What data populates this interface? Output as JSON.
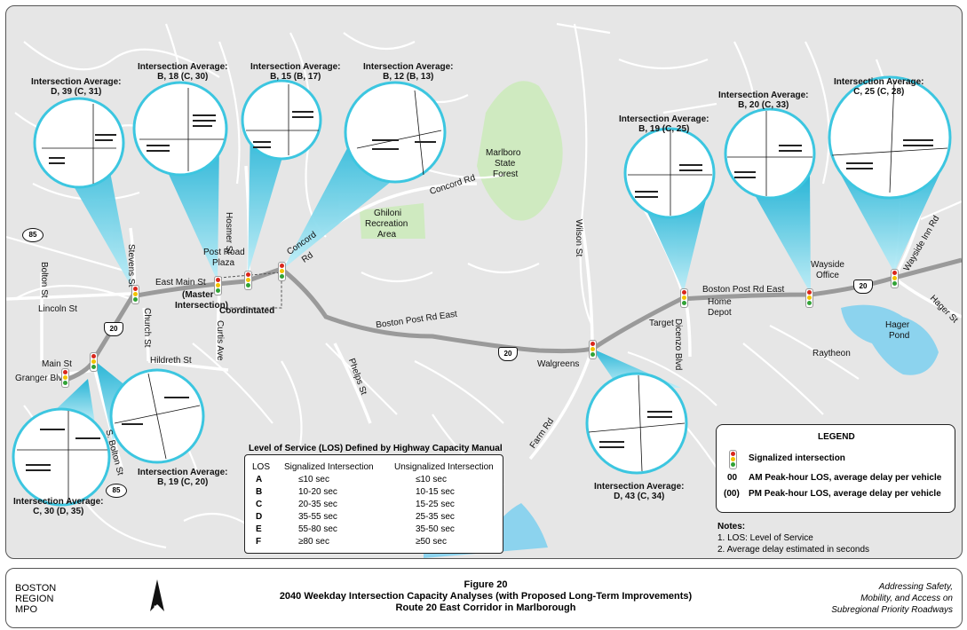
{
  "figure": {
    "number": "Figure 20",
    "title_line1": "2040 Weekday Intersection Capacity Analyses (with Proposed Long-Term Improvements)",
    "title_line2": "Route 20 East Corridor in Marlborough",
    "org_line1": "BOSTON",
    "org_line2": "REGION",
    "org_line3": "MPO",
    "north": "N",
    "project_line1": "Addressing Safety,",
    "project_line2": "Mobility, and Access on",
    "project_line3": "Subregional Priority Roadways"
  },
  "intersections": [
    {
      "heading": "Intersection Average:",
      "value": "D, 39 (C, 31)"
    },
    {
      "heading": "Intersection Average:",
      "value": "B, 18 (C, 30)"
    },
    {
      "heading": "Intersection Average:",
      "value": "B, 15 (B, 17)"
    },
    {
      "heading": "Intersection Average:",
      "value": "B, 12 (B, 13)"
    },
    {
      "heading": "Intersection Average:",
      "value": "B, 19 (C, 25)"
    },
    {
      "heading": "Intersection Average:",
      "value": "B, 20 (C, 33)"
    },
    {
      "heading": "Intersection Average:",
      "value": "C, 25 (C, 28)"
    },
    {
      "heading": "Intersection Average:",
      "value": "B, 19 (C, 20)"
    },
    {
      "heading": "Intersection Average:",
      "value": "C, 30 (D, 35)"
    },
    {
      "heading": "Intersection Average:",
      "value": "D, 43 (C, 34)"
    }
  ],
  "streets": {
    "east_main": "East Main St",
    "master": "(Master",
    "master2": "Intersection)",
    "coordinated": "Coordintated",
    "post_road_plaza1": "Post Road",
    "post_road_plaza2": "Plaza",
    "hosmer": "Hosmer St",
    "concord": "Concord",
    "concord_rd": "Rd",
    "concord_rd_ne": "Concord Rd",
    "ghiloni1": "Ghiloni",
    "ghiloni2": "Recreation",
    "ghiloni3": "Area",
    "forest1": "Marlboro",
    "forest2": "State",
    "forest3": "Forest",
    "wilson": "Wilson St",
    "bprd_east": "Boston Post Rd East",
    "bprd_east2": "Boston Post Rd East",
    "target": "Target",
    "home_depot1": "Home",
    "home_depot2": "Depot",
    "dicenzo": "Dicenzo Blvd",
    "wayside1": "Wayside",
    "wayside2": "Office",
    "wayside_inn": "Wayside Inn Rd",
    "hager": "Hager St",
    "hager_pond1": "Hager",
    "hager_pond2": "Pond",
    "raytheon": "Raytheon",
    "walgreens": "Walgreens",
    "farm": "Farm Rd",
    "phelps": "Phelps St",
    "hildreth": "Hildreth St",
    "curtis": "Curtis Ave",
    "church": "Church St",
    "stevens": "Stevens St",
    "bolton": "Bolton St",
    "lincoln": "Lincoln St",
    "main": "Main St",
    "granger": "Granger Blvd",
    "s_bolton": "S. Bolton St"
  },
  "shields": {
    "us20a": "20",
    "us20b": "20",
    "us20c": "20",
    "r85a": "85",
    "r85b": "85"
  },
  "los_table": {
    "title": "Level of Service (LOS) Defined by Highway Capacity Manual",
    "col_los": "LOS",
    "col_sig": "Signalized Intersection",
    "col_unsig": "Unsignalized Intersection",
    "rows": [
      {
        "los": "A",
        "sig": "≤10 sec",
        "unsig": "≤10 sec"
      },
      {
        "los": "B",
        "sig": "10-20 sec",
        "unsig": "10-15 sec"
      },
      {
        "los": "C",
        "sig": "20-35 sec",
        "unsig": "15-25 sec"
      },
      {
        "los": "D",
        "sig": "35-55 sec",
        "unsig": "25-35 sec"
      },
      {
        "los": "E",
        "sig": "55-80 sec",
        "unsig": "35-50 sec"
      },
      {
        "los": "F",
        "sig": "≥80 sec",
        "unsig": "≥50 sec"
      }
    ]
  },
  "legend": {
    "title": "LEGEND",
    "signal": "Signalized intersection",
    "am_key": "00",
    "am": "AM Peak-hour LOS, average delay per vehicle",
    "pm_key": "(00)",
    "pm": "PM Peak-hour LOS, average delay per vehicle"
  },
  "notes": {
    "title": "Notes:",
    "n1": "1. LOS: Level of Service",
    "n2": "2. Average delay estimated in seconds"
  },
  "colors": {
    "callout": "#3cc6e0",
    "road": "#9a9a9a",
    "water": "#8cd3ee",
    "green": "#cfeac0",
    "map_bg": "#e6e6e6"
  }
}
